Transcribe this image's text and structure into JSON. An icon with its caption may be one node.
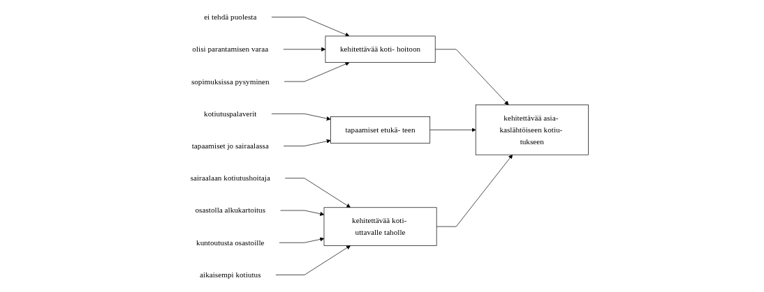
{
  "diagram": {
    "nodes": [
      {
        "text": [
          "ei tehdä puolesta"
        ]
      },
      {
        "text": [
          "olisi parantamisen varaa"
        ]
      },
      {
        "text": [
          "sopimuksissa pysyminen"
        ]
      },
      {
        "text": [
          "kehitettävää koti- hoitoon"
        ]
      },
      {
        "text": [
          "kotiutuspalaverit"
        ]
      },
      {
        "text": [
          "tapaamiset jo sairaalassa"
        ]
      },
      {
        "text": [
          "tapaamiset etukä- teen"
        ]
      },
      {
        "text": [
          "sairaalaan kotiutushoitaja"
        ]
      },
      {
        "text": [
          "osastolla alkukartoitus"
        ]
      },
      {
        "text": [
          "kuntoutusta osastoille"
        ]
      },
      {
        "text": [
          "aikaisempi kotiutus"
        ]
      },
      {
        "text": [
          "kehitettävää koti- uttavalle taholle"
        ]
      },
      {
        "text": [
          "kehitettävää asia- kaslähtöiseen kotiu- tukseen"
        ]
      }
    ],
    "edges": [
      {
        "from": 0,
        "to": 3,
        "arrow": "to"
      },
      {
        "from": 1,
        "to": 3,
        "arrow": "to"
      },
      {
        "from": 2,
        "to": 3,
        "arrow": "to"
      },
      {
        "from": 4,
        "to": 6,
        "arrow": "to"
      },
      {
        "from": 5,
        "to": 6,
        "arrow": "to"
      },
      {
        "from": 7,
        "to": 11,
        "arrow": "to"
      },
      {
        "from": 8,
        "to": 11,
        "arrow": "to"
      },
      {
        "from": 9,
        "to": 11,
        "arrow": "to"
      },
      {
        "from": 10,
        "to": 11,
        "arrow": "to"
      },
      {
        "from": 3,
        "to": 12,
        "arrow": "to"
      },
      {
        "from": 6,
        "to": 12,
        "arrow": "to"
      },
      {
        "from": 11,
        "to": 12,
        "arrow": "to"
      }
    ]
  }
}
